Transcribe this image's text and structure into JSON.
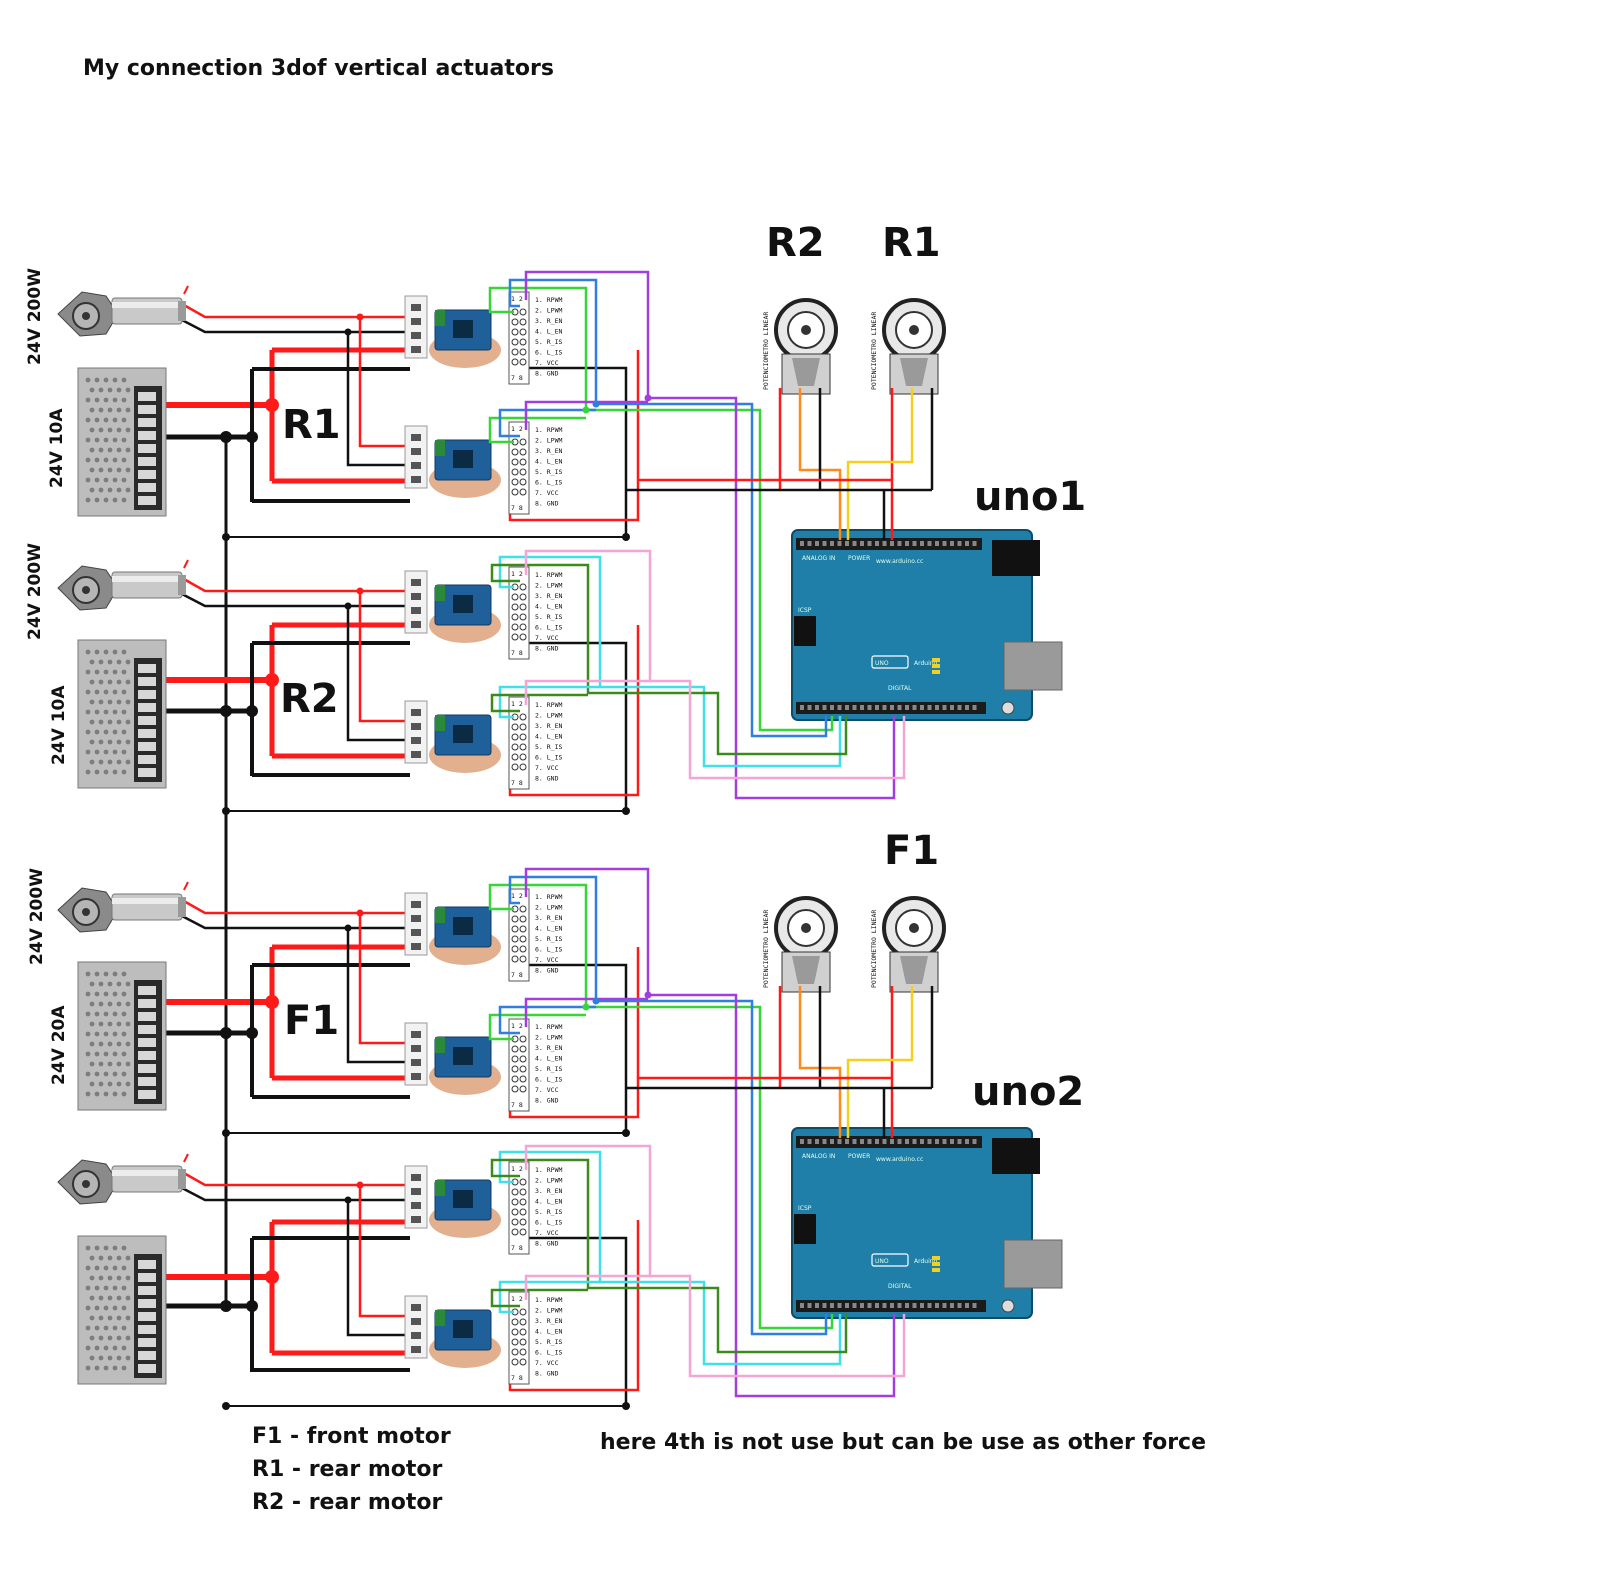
{
  "title": "My connection 3dof vertical actuators",
  "power_labels": {
    "motor_1": "24V 200W",
    "psu_1": "24V 10A",
    "motor_2": "24V 200W",
    "psu_2": "24V 10A",
    "motor_3": "24V 200W",
    "psu_3": "24V 20A"
  },
  "group_labels": [
    "R1",
    "R2",
    "F1"
  ],
  "pot_labels": {
    "top_left": "R2",
    "top_right": "R1",
    "bottom_right": "F1"
  },
  "arduino_labels": {
    "upper": "uno1",
    "lower": "uno2"
  },
  "driver_pins": [
    "1. RPWM",
    "2. LPWM",
    "3. R_EN",
    "4. L_EN",
    "5. R_IS",
    "6. L_IS",
    "7. VCC",
    "8. GND"
  ],
  "driver_header": {
    "top": "1 2",
    "bottom": "7 8"
  },
  "pot_text": "POTENCIOMETRO LINEAR",
  "board_text": {
    "brand": "Arduino",
    "model": "UNO",
    "url": "www.arduino.cc",
    "analog": "ANALOG IN",
    "power": "POWER",
    "digital": "DIGITAL",
    "icsp": "ICSP"
  },
  "legend": [
    "F1 - front motor",
    "R1 - rear motor",
    "R2 - rear motor"
  ],
  "note": "here 4th is not use but can be use as other force",
  "colors": {
    "power_red": "#ff1a1a",
    "ground_black": "#111111",
    "board_blue": "#1f7fa8",
    "blue": "#2f7fe0",
    "green": "#37d637",
    "purple": "#a23ee0",
    "cyan": "#3fe0e8",
    "dark_green": "#3b8a1c",
    "pink": "#f3a6d6",
    "orange": "#ff8a1c",
    "yellow": "#f5cf1a"
  }
}
